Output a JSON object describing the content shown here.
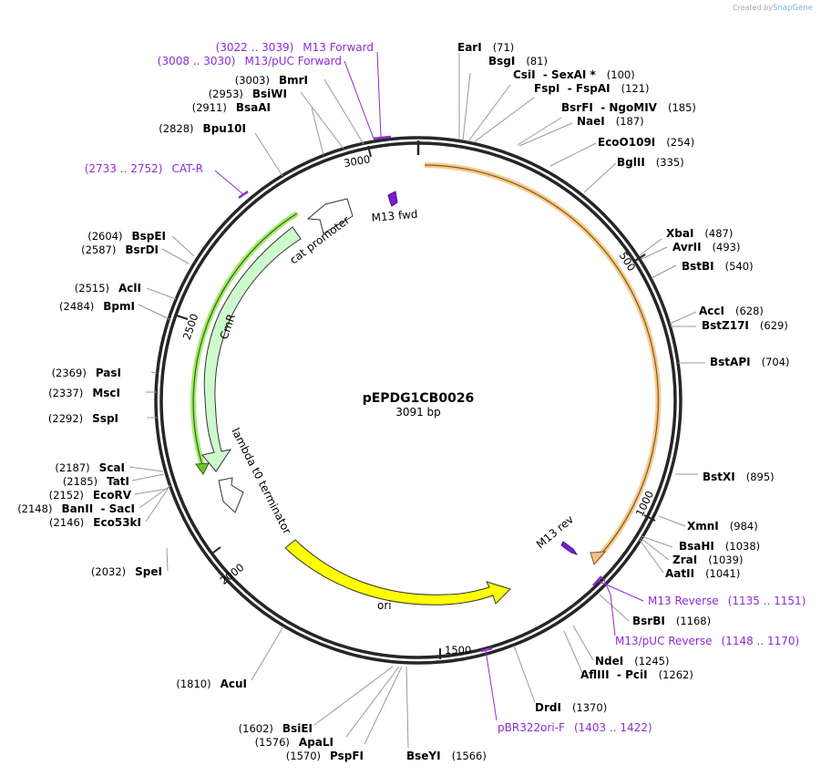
{
  "watermark": {
    "created_by": "Created by",
    "brand": "SnapGene"
  },
  "plasmid": {
    "name": "pEPDG1CB0026",
    "size_label": "3091 bp"
  },
  "ticks": [
    "500",
    "1000",
    "1500",
    "2000",
    "2500",
    "3000"
  ],
  "features": {
    "m13_fwd": "M13 fwd",
    "cat_promoter": "cat promoter",
    "cmr": "CmR",
    "lambda_t0": "lambda t0 terminator",
    "ori": "ori",
    "m13_rev": "M13 rev"
  },
  "enzymes": [
    {
      "name": "EarI",
      "pos": "(71)"
    },
    {
      "name": "BsgI",
      "pos": "(81)"
    },
    {
      "name": "CsiI  - SexAI *",
      "pos": "(100)"
    },
    {
      "name": "FspI  - FspAI",
      "pos": "(121)"
    },
    {
      "name": "BsrFI  - NgoMIV",
      "pos": "(185)"
    },
    {
      "name": "NaeI",
      "pos": "(187)"
    },
    {
      "name": "EcoO109I",
      "pos": "(254)"
    },
    {
      "name": "BglII",
      "pos": "(335)"
    },
    {
      "name": "XbaI",
      "pos": "(487)"
    },
    {
      "name": "AvrII",
      "pos": "(493)"
    },
    {
      "name": "BstBI",
      "pos": "(540)"
    },
    {
      "name": "AccI",
      "pos": "(628)"
    },
    {
      "name": "BstZ17I",
      "pos": "(629)"
    },
    {
      "name": "BstAPI",
      "pos": "(704)"
    },
    {
      "name": "BstXI",
      "pos": "(895)"
    },
    {
      "name": "XmnI",
      "pos": "(984)"
    },
    {
      "name": "BsaHI",
      "pos": "(1038)"
    },
    {
      "name": "ZraI",
      "pos": "(1039)"
    },
    {
      "name": "AatII",
      "pos": "(1041)"
    },
    {
      "name": "BsrBI",
      "pos": "(1168)"
    },
    {
      "name": "NdeI",
      "pos": "(1245)"
    },
    {
      "name": "AflIII  - PciI",
      "pos": "(1262)"
    },
    {
      "name": "DrdI",
      "pos": "(1370)"
    },
    {
      "name": "BseYI",
      "pos": "(1566)"
    },
    {
      "name": "PspFI",
      "pos": "(1570)"
    },
    {
      "name": "ApaLI",
      "pos": "(1576)"
    },
    {
      "name": "BsiEI",
      "pos": "(1602)"
    },
    {
      "name": "AcuI",
      "pos": "(1810)"
    },
    {
      "name": "SpeI",
      "pos": "(2032)"
    },
    {
      "name": "Eco53kI",
      "pos": "(2146)"
    },
    {
      "name": "BanII  - SacI",
      "pos": "(2148)"
    },
    {
      "name": "EcoRV",
      "pos": "(2152)"
    },
    {
      "name": "TatI",
      "pos": "(2185)"
    },
    {
      "name": "ScaI",
      "pos": "(2187)"
    },
    {
      "name": "SspI",
      "pos": "(2292)"
    },
    {
      "name": "MscI",
      "pos": "(2337)"
    },
    {
      "name": "PasI",
      "pos": "(2369)"
    },
    {
      "name": "BpmI",
      "pos": "(2484)"
    },
    {
      "name": "AclI",
      "pos": "(2515)"
    },
    {
      "name": "BsrDI",
      "pos": "(2587)"
    },
    {
      "name": "BspEI",
      "pos": "(2604)"
    },
    {
      "name": "Bpu10I",
      "pos": "(2828)"
    },
    {
      "name": "BsaAI",
      "pos": "(2911)"
    },
    {
      "name": "BsiWI",
      "pos": "(2953)"
    },
    {
      "name": "BmrI",
      "pos": "(3003)"
    }
  ],
  "primers": [
    {
      "name": "M13 Forward",
      "range": "(3022 .. 3039)"
    },
    {
      "name": "M13/pUC Forward",
      "range": "(3008 .. 3030)"
    },
    {
      "name": "CAT-R",
      "range": "(2733 .. 2752)"
    },
    {
      "name": "M13 Reverse",
      "range": "(1135 .. 1151)"
    },
    {
      "name": "M13/pUC Reverse",
      "range": "(1148 .. 1170)"
    },
    {
      "name": "pBR322ori-F",
      "range": "(1403 .. 1422)"
    }
  ],
  "colors": {
    "backbone": "#262626",
    "primer": "#8d2bd6",
    "orange_feature": "#f7c98a",
    "cmr_fill": "#cdfacd",
    "ori_fill": "#ffff00",
    "m13_marker": "#7b1fd6"
  }
}
